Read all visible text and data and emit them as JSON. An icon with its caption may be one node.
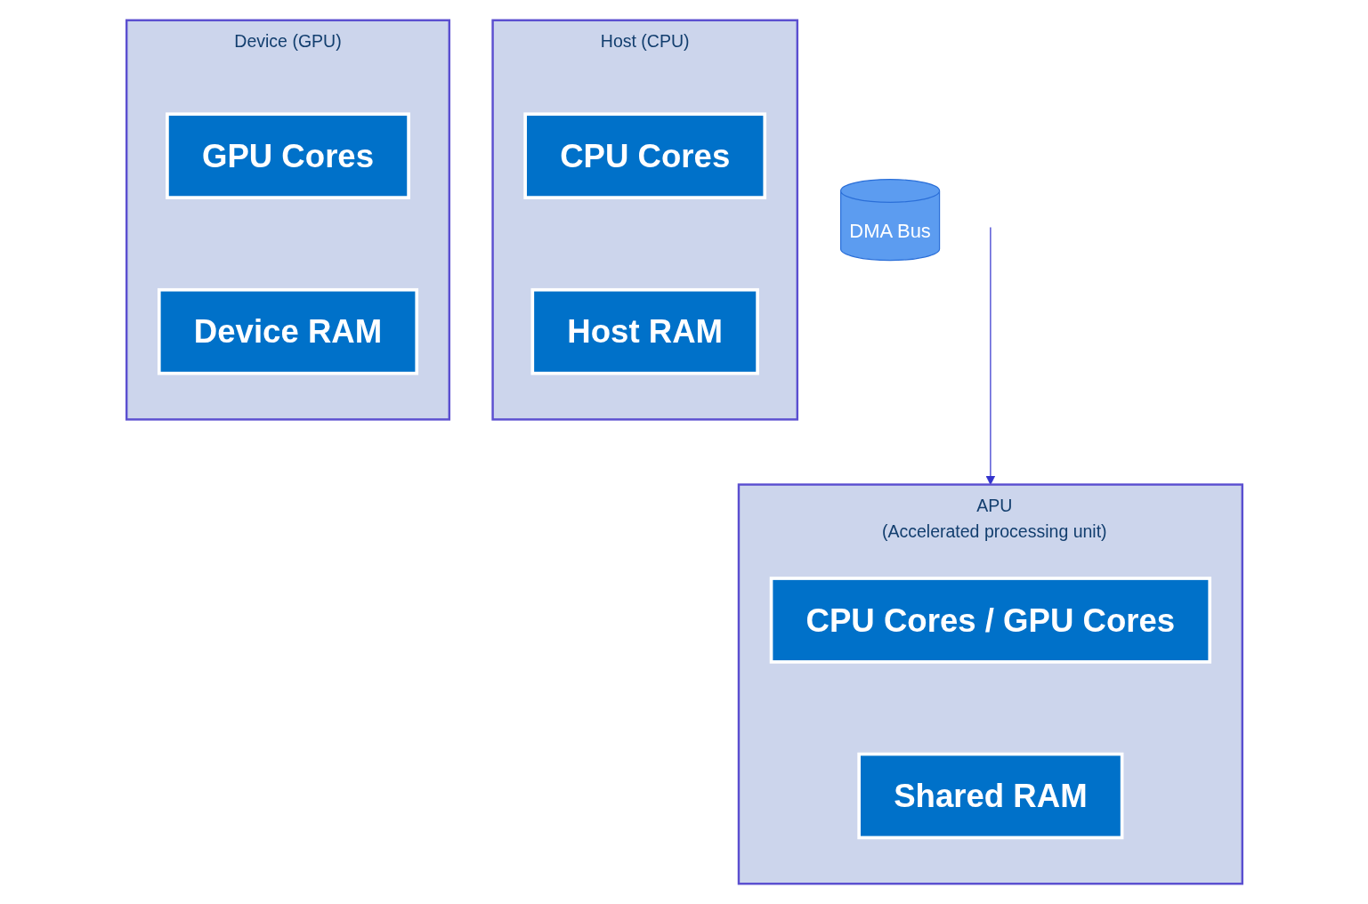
{
  "diagram": {
    "nodes": [
      {
        "text": [
          "Host (CPU)"
        ]
      },
      {
        "text": [
          "CPU Cores"
        ],
        "in": 0
      },
      {
        "text": [
          "Host RAM"
        ],
        "in": 0
      },
      {
        "text": [
          "Device (GPU)"
        ]
      },
      {
        "text": [
          "GPU Cores"
        ],
        "in": 3
      },
      {
        "text": [
          "Device RAM"
        ],
        "in": 3
      },
      {
        "text": [
          "DMA Bus"
        ]
      },
      {
        "text": [
          "APU",
          "(Accelerated processing unit)"
        ]
      },
      {
        "text": [
          "CPU Cores / GPU Cores"
        ],
        "in": 7
      },
      {
        "text": [
          "Shared RAM"
        ],
        "in": 7
      }
    ],
    "edges": [
      {
        "from": null,
        "to": 7,
        "arrow": "to",
        "color": "#3333cc"
      }
    ]
  }
}
